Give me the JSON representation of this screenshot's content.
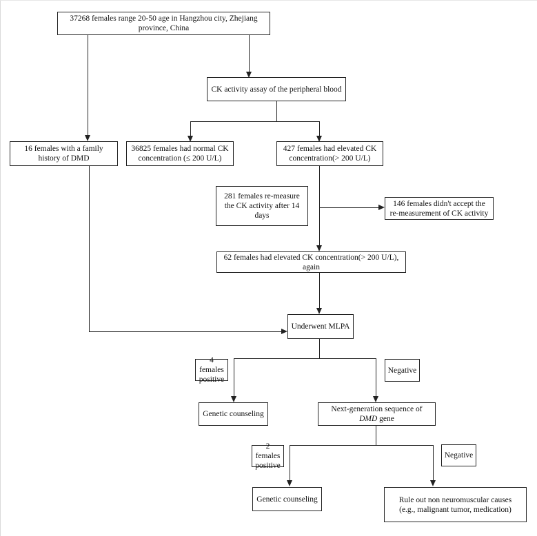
{
  "nodes": {
    "screening_population": "37268 females range 20-50 age in Hangzhou city, Zhejiang province, China",
    "ck_assay": "CK activity assay of the peripheral blood",
    "family_history": "16 females with a family history of DMD",
    "normal_ck": "36825 females had normal CK concentration (≤ 200 U/L)",
    "elevated_ck": "427 females had elevated CK concentration(> 200 U/L)",
    "remeasure": "281 females re-measure the CK activity after 14 days",
    "declined": "146 females didn't accept the re-measurement of CK activity",
    "elevated_again": "62 females had elevated CK concentration(> 200 U/L), again",
    "mlpa": "Underwent MLPA",
    "mlpa_positive": "4 females positive",
    "mlpa_negative": "Negative",
    "counseling_1": "Genetic counseling",
    "ngs_prefix": "Next-generation sequence of ",
    "ngs_gene": "DMD",
    "ngs_suffix": " gene",
    "ngs_positive": "2 females positive",
    "ngs_negative": "Negative",
    "counseling_2": "Genetic counseling",
    "rule_out": "Rule out non neuromuscular causes (e.g., malignant tumor, medication)"
  }
}
